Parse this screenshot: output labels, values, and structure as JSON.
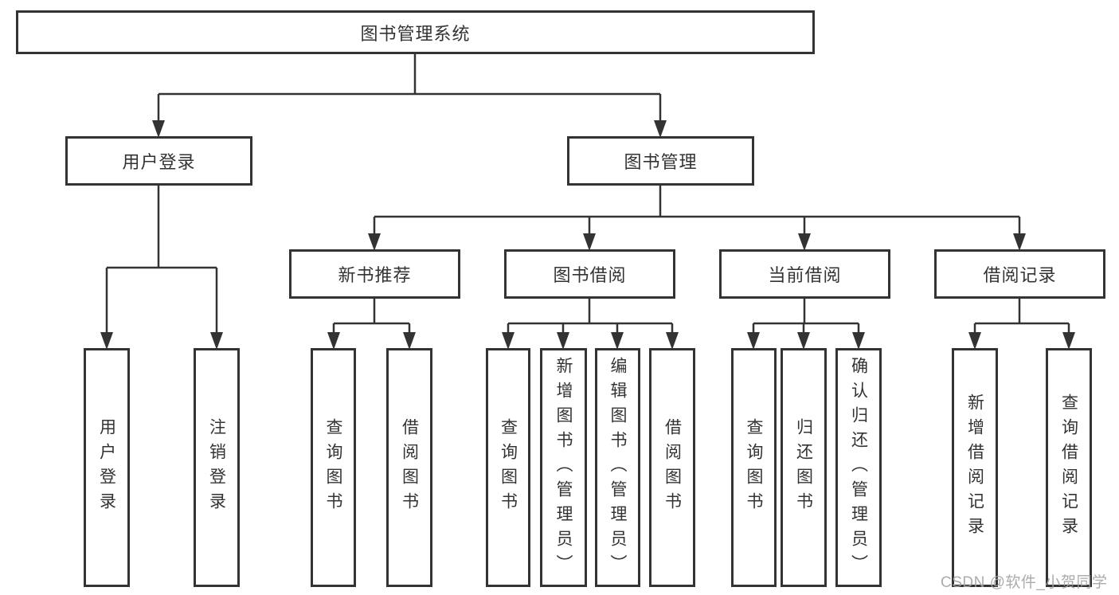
{
  "diagram": {
    "title": "图书管理系统",
    "type": "tree-structure-diagram",
    "colors": {
      "line": "#333333",
      "box_border": "#333333",
      "text": "#333333",
      "background": "#ffffff",
      "watermark": "#a3a3a3"
    }
  },
  "tree": {
    "label": "图书管理系统",
    "children": [
      {
        "label": "用户登录",
        "children": [
          {
            "label": "用户登录"
          },
          {
            "label": "注销登录"
          }
        ]
      },
      {
        "label": "图书管理",
        "children": [
          {
            "label": "新书推荐",
            "children": [
              {
                "label": "查询图书"
              },
              {
                "label": "借阅图书"
              }
            ]
          },
          {
            "label": "图书借阅",
            "children": [
              {
                "label": "查询图书"
              },
              {
                "label": "新增图书（管理员）"
              },
              {
                "label": "编辑图书（管理员）"
              },
              {
                "label": "借阅图书"
              }
            ]
          },
          {
            "label": "当前借阅",
            "children": [
              {
                "label": "查询图书"
              },
              {
                "label": "归还图书"
              },
              {
                "label": "确认归还（管理员）"
              }
            ]
          },
          {
            "label": "借阅记录",
            "children": [
              {
                "label": "新增借阅记录"
              },
              {
                "label": "查询借阅记录"
              }
            ]
          }
        ]
      }
    ]
  },
  "watermark": {
    "text": "CSDN @软件_小贺同学"
  }
}
